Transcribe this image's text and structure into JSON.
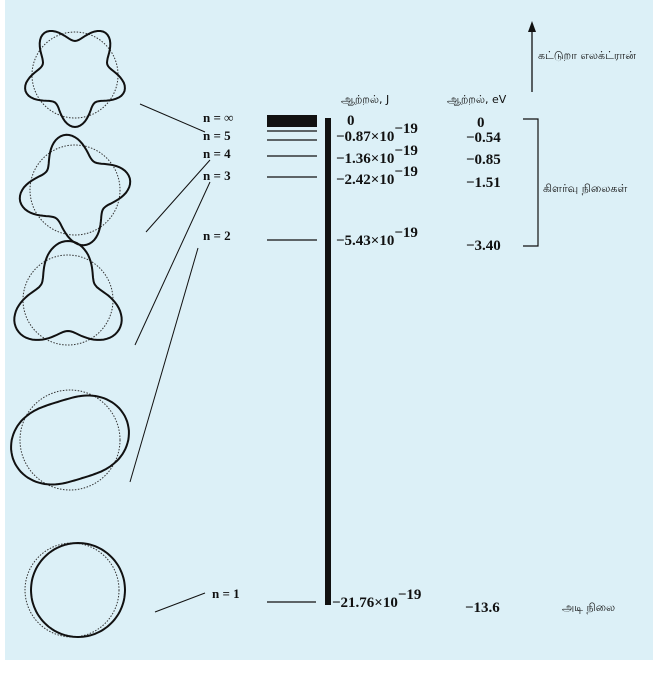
{
  "headers": {
    "energy_j": "ஆற்றல், J",
    "energy_ev": "ஆற்றல், eV"
  },
  "labels": {
    "free_electron": "கட்டுறா எலக்ட்ரான்",
    "excited_states": "கிளர்வு நிலைகள்",
    "ground_state": "அடி நிலை"
  },
  "levels": [
    {
      "n": "n = ∞",
      "j": "0",
      "exp": "",
      "ev": "0"
    },
    {
      "n": "n = 5",
      "j": "−0.87×10",
      "exp": "−19",
      "ev": "−0.54"
    },
    {
      "n": "n = 4",
      "j": "−1.36×10",
      "exp": "−19",
      "ev": "−0.85"
    },
    {
      "n": "n = 3",
      "j": "−2.42×10",
      "exp": "−19",
      "ev": "−1.51"
    },
    {
      "n": "n = 2",
      "j": "−5.43×10",
      "exp": "−19",
      "ev": "−3.40"
    },
    {
      "n": "n = 1",
      "j": "−21.76×10",
      "exp": "−19",
      "ev": "−13.6"
    }
  ],
  "colors": {
    "background": "#dcf0f7",
    "ink": "#111111"
  }
}
